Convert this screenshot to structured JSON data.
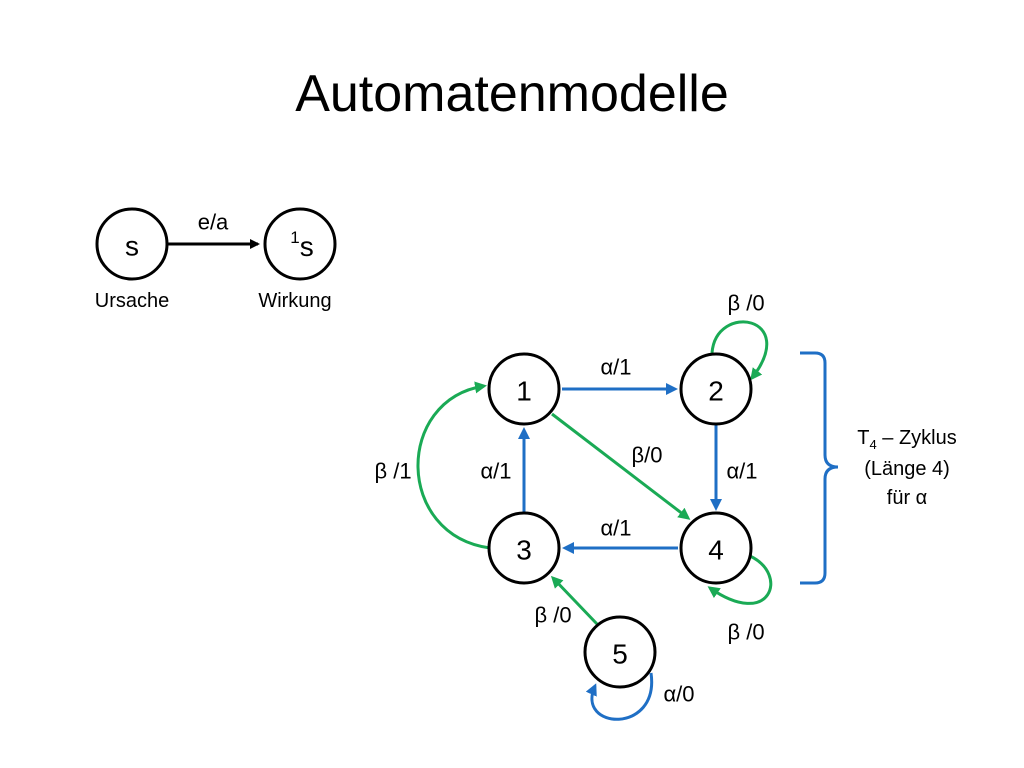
{
  "title": "Automatenmodelle",
  "colors": {
    "blue": "#1f6fc5",
    "green": "#1aaa55",
    "black": "#000000"
  },
  "legend": {
    "state": "s",
    "next_state_sup": "1",
    "next_state": "s",
    "transition": "e/a",
    "cause": "Ursache",
    "effect": "Wirkung"
  },
  "nodes": {
    "n1": "1",
    "n2": "2",
    "n3": "3",
    "n4": "4",
    "n5": "5"
  },
  "edges": {
    "e12": "α/1",
    "e24": "α/1",
    "e43": "α/1",
    "e31": "α/1",
    "e14": "β/0",
    "e31_beta": "β /1",
    "e22": "β /0",
    "e44": "β /0",
    "e53": "β /0",
    "e55": "α/0"
  },
  "cycle": {
    "line1_main": "T",
    "line1_sub": "4",
    "line1_rest": " – Zyklus",
    "line2": "(Länge 4)",
    "line3": "für α"
  }
}
